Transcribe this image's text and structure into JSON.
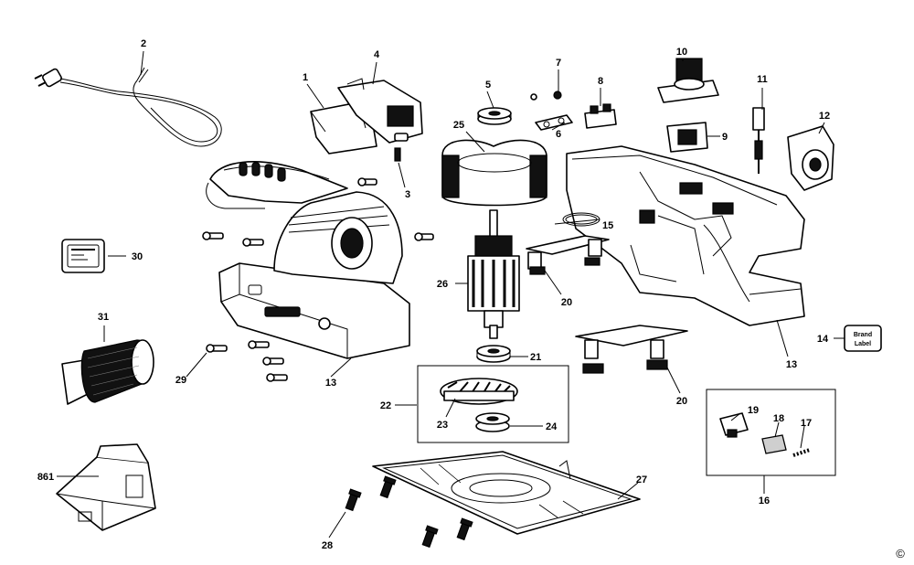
{
  "diagram": {
    "labels": {
      "c1": "1",
      "c2": "2",
      "c3": "3",
      "c4": "4",
      "c5": "5",
      "c6": "6",
      "c7": "7",
      "c8": "8",
      "c9": "9",
      "c10": "10",
      "c11": "11",
      "c12": "12",
      "c13a": "13",
      "c13b": "13",
      "c14": "14",
      "c15": "15",
      "c16": "16",
      "c17": "17",
      "c18": "18",
      "c19": "19",
      "c20a": "20",
      "c20b": "20",
      "c21": "21",
      "c22": "22",
      "c23": "23",
      "c24": "24",
      "c25": "25",
      "c26": "26",
      "c27": "27",
      "c28": "28",
      "c29": "29",
      "c30": "30",
      "c31": "31",
      "c861": "861"
    },
    "brand_label_line1": "Brand",
    "brand_label_line2": "Label",
    "copyright": "©"
  }
}
